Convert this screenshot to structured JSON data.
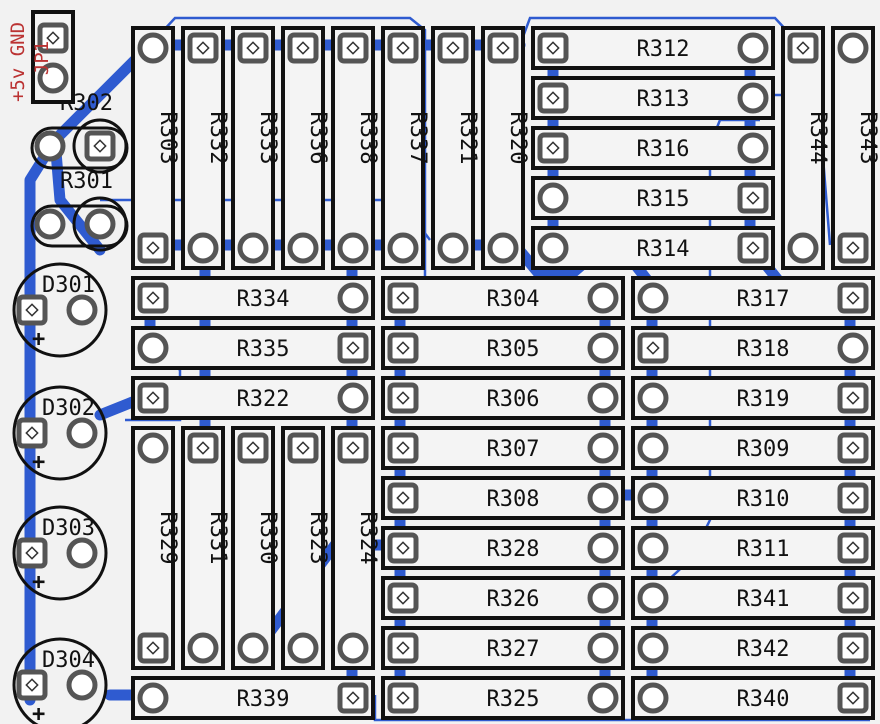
{
  "power_label": "+5v GND",
  "connector_label": "JP1",
  "horizontal_resistors": [
    {
      "ref": "R312"
    },
    {
      "ref": "R313"
    },
    {
      "ref": "R316"
    },
    {
      "ref": "R315"
    },
    {
      "ref": "R314"
    },
    {
      "ref": "R334"
    },
    {
      "ref": "R335"
    },
    {
      "ref": "R322"
    },
    {
      "ref": "R304"
    },
    {
      "ref": "R305"
    },
    {
      "ref": "R306"
    },
    {
      "ref": "R307"
    },
    {
      "ref": "R308"
    },
    {
      "ref": "R328"
    },
    {
      "ref": "R326"
    },
    {
      "ref": "R327"
    },
    {
      "ref": "R325"
    },
    {
      "ref": "R317"
    },
    {
      "ref": "R318"
    },
    {
      "ref": "R319"
    },
    {
      "ref": "R309"
    },
    {
      "ref": "R310"
    },
    {
      "ref": "R311"
    },
    {
      "ref": "R341"
    },
    {
      "ref": "R342"
    },
    {
      "ref": "R340"
    },
    {
      "ref": "R339"
    }
  ],
  "vertical_resistors": [
    {
      "ref": "R303"
    },
    {
      "ref": "R332"
    },
    {
      "ref": "R333"
    },
    {
      "ref": "R336"
    },
    {
      "ref": "R338"
    },
    {
      "ref": "R337"
    },
    {
      "ref": "R321"
    },
    {
      "ref": "R320"
    },
    {
      "ref": "R344"
    },
    {
      "ref": "R343"
    },
    {
      "ref": "R329"
    },
    {
      "ref": "R331"
    },
    {
      "ref": "R330"
    },
    {
      "ref": "R323"
    },
    {
      "ref": "R324"
    }
  ],
  "trimmers": [
    {
      "ref": "R302"
    },
    {
      "ref": "R301"
    }
  ],
  "leds": [
    {
      "ref": "D301"
    },
    {
      "ref": "D302"
    },
    {
      "ref": "D303"
    },
    {
      "ref": "D304"
    }
  ],
  "polarity_mark": "+",
  "colors": {
    "trace": "#2f5bd0",
    "outline": "#111111",
    "pad_ring": "#555555",
    "background": "#f2f2f2",
    "silk_red": "#b33333"
  }
}
